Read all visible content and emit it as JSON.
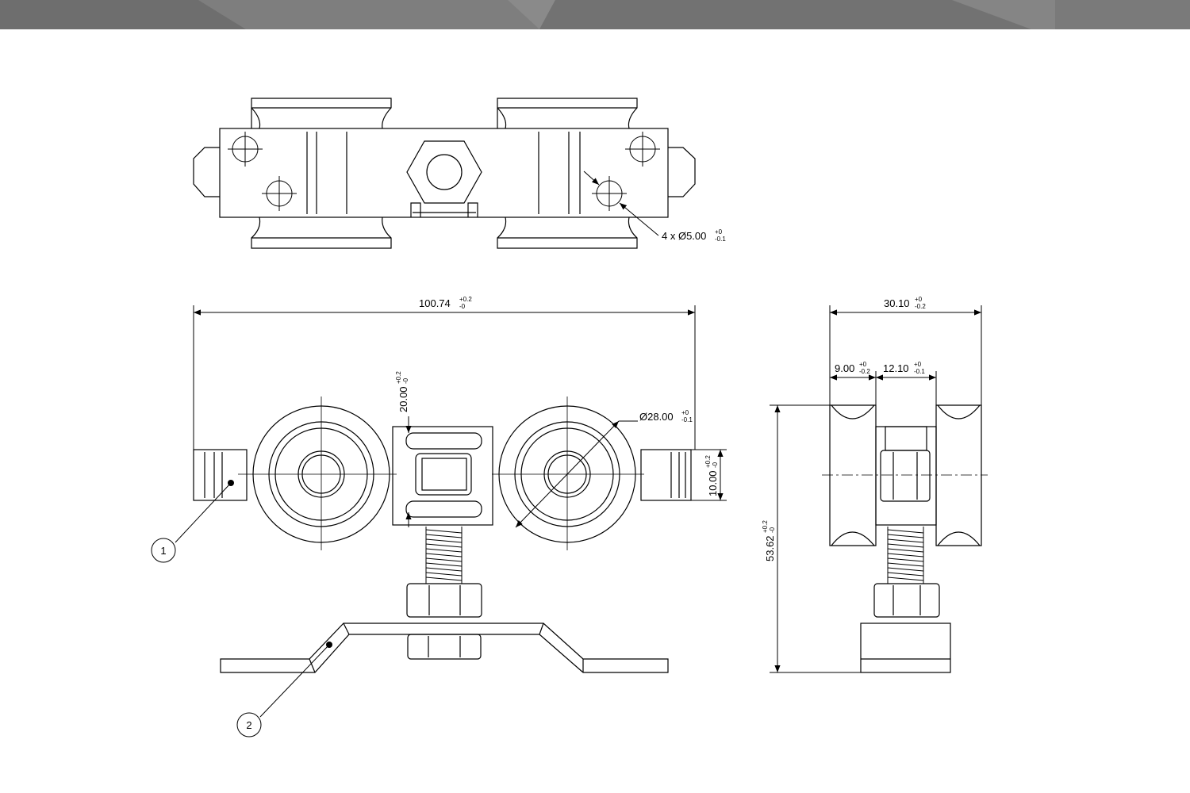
{
  "colors": {
    "header_bar": "#767676",
    "header_bar_light": "#8a8a8a",
    "line": "#000000",
    "background": "#ffffff"
  },
  "dimensions": {
    "holes": {
      "text": "4 x Ø5.00",
      "tol_upper": "+0",
      "tol_lower": "-0.1"
    },
    "overall_length": {
      "text": "100.74",
      "tol_upper": "+0.2",
      "tol_lower": "-0"
    },
    "height_20": {
      "text": "20.00",
      "tol_upper": "+0.2",
      "tol_lower": "-0"
    },
    "wheel_dia": {
      "text": "Ø28.00",
      "tol_upper": "+0",
      "tol_lower": "-0.1"
    },
    "thickness_10": {
      "text": "10.00",
      "tol_upper": "+0.2",
      "tol_lower": "-0"
    },
    "total_height": {
      "text": "53.62",
      "tol_upper": "+0.2",
      "tol_lower": "-0"
    },
    "width_30": {
      "text": "30.10",
      "tol_upper": "+0",
      "tol_lower": "-0.2"
    },
    "wheel_width": {
      "text": "9.00",
      "tol_upper": "+0",
      "tol_lower": "-0.2"
    },
    "gap_width": {
      "text": "12.10",
      "tol_upper": "+0",
      "tol_lower": "-0.1"
    }
  },
  "balloons": [
    {
      "label": "1"
    },
    {
      "label": "2"
    }
  ]
}
